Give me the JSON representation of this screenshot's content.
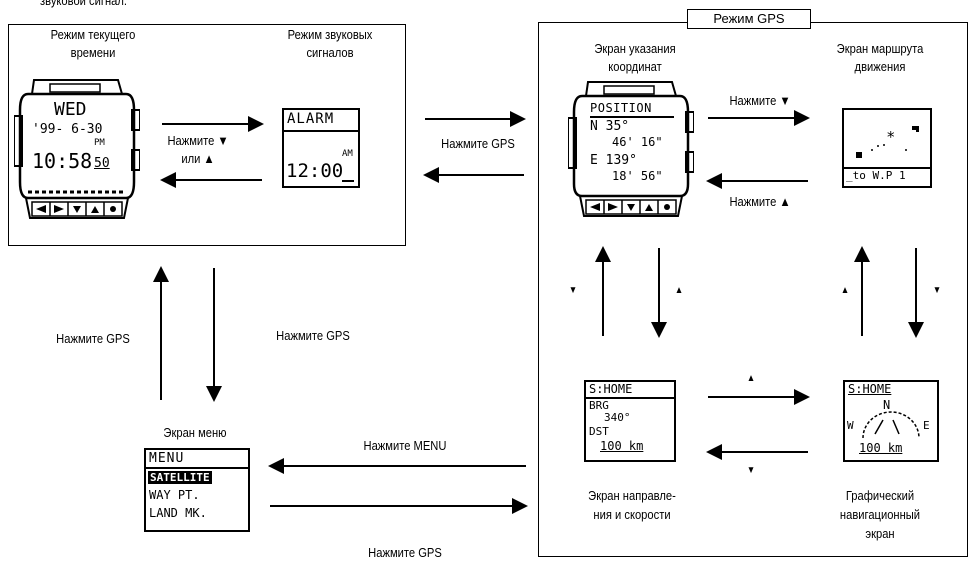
{
  "top_note": "звуковой сигнал.",
  "gps_tab": "Режим GPS",
  "labels": {
    "timekeeping": [
      "Режим текущего",
      "времени"
    ],
    "alarm": [
      "Режим звуковых",
      "сигналов"
    ],
    "press_down_or_up": [
      "Нажмите ▼",
      "или ▲"
    ],
    "press_gps_right": "Нажмите GPS",
    "coordinates": [
      "Экран указания",
      "координат"
    ],
    "route": [
      "Экран маршрута",
      "движения"
    ],
    "press_down": "Нажмите ▼",
    "press_up": "Нажмите ▲",
    "press_gps_left": "Нажмите GPS",
    "press_gps_mid": "Нажмите GPS",
    "menu_screen": "Экран меню",
    "press_menu": "Нажмите MENU",
    "press_gps_bottom": "Нажмите GPS",
    "bearing": [
      "Экран направле-",
      "ния и скорости"
    ],
    "graphic": [
      "Графический",
      "навигационный",
      "экран"
    ]
  },
  "triangles": {
    "up": "▲",
    "down": "▼"
  },
  "watch_time": {
    "day": "WED",
    "date": "'99- 6-30",
    "pm": "PM",
    "time": "10:58",
    "seconds": "50"
  },
  "alarm_screen": {
    "title": "ALARM",
    "am": "AM",
    "time": "12:00"
  },
  "position_screen": {
    "title": "POSITION",
    "lat1": "N 35°",
    "lat2": "46' 16\"",
    "lon1": "E 139°",
    "lon2": "18' 56\""
  },
  "route_screen": {
    "footer": "_to W.P 1"
  },
  "menu_screen": {
    "title": "MENU",
    "items": [
      "SATELLITE",
      "WAY PT.",
      "LAND MK."
    ]
  },
  "bearing_screen": {
    "title": "S:HOME",
    "brg": "BRG",
    "brg_val": "340°",
    "dst": "DST",
    "dst_val": "100 km"
  },
  "graphic_screen": {
    "title": "S:HOME",
    "n": "N",
    "w": "W",
    "e": "E",
    "dst_val": "100 km"
  }
}
